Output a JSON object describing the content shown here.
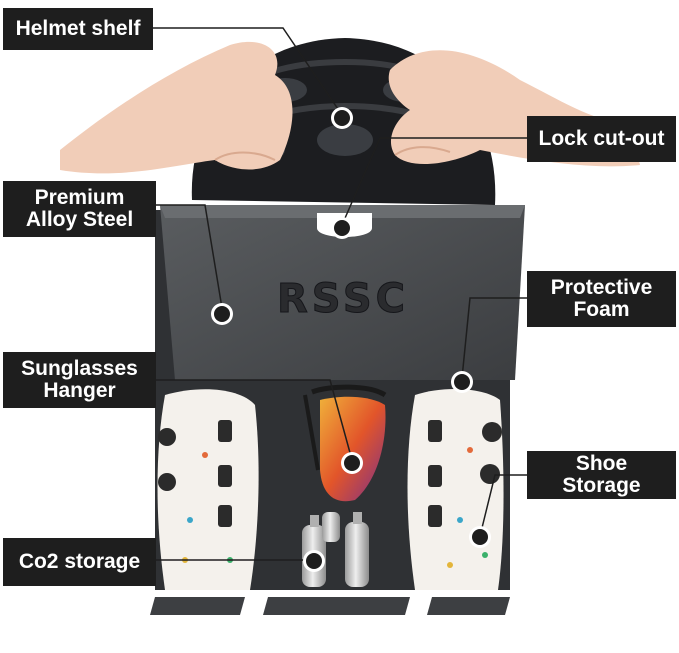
{
  "brand": "RSSC",
  "colors": {
    "label_bg": "#1e1e1e",
    "label_text": "#ffffff",
    "rack": "#4a4d50",
    "helmet": "#1c1d20",
    "skin": "#f1cdb8",
    "shoe": "#f4f1ec",
    "canister": "#c9c9c9",
    "lens": "#e2552a"
  },
  "labels": {
    "helmet_shelf": "Helmet shelf",
    "lock_cutout": "Lock cut-out",
    "premium_alloy_steel": "Premium\nAlloy Steel",
    "protective_foam": "Protective\nFoam",
    "sunglasses_hanger": "Sunglasses\nHanger",
    "shoe_storage": "Shoe Storage",
    "co2_storage": "Co2 storage"
  },
  "icons": {
    "marker": "target-dot-icon"
  }
}
